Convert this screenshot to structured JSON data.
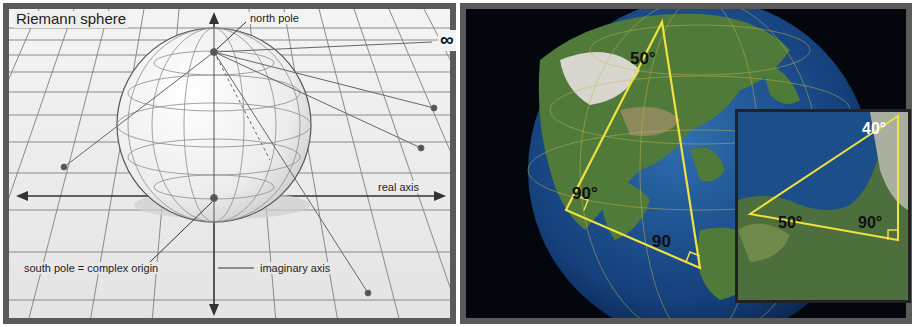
{
  "diagram": {
    "labels": [
      "Riemann sphere",
      "north pole",
      "∞",
      "real axis",
      "south pole = complex origin",
      "imaginary axis",
      "50°",
      "90°",
      "90",
      "40°",
      "50°",
      "90°"
    ]
  }
}
